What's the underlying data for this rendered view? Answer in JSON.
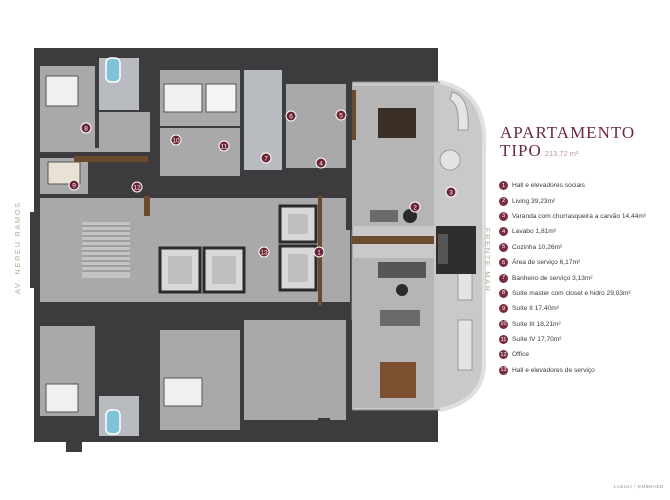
{
  "plan": {
    "title_line1": "APARTAMENTO",
    "title_line2": "TIPO",
    "area": "213,72 m²",
    "street_left": "AV. NEREU RAMOS",
    "street_right": "FRENTE MAR",
    "legend": [
      {
        "num": "1",
        "label": "Hall e elevadores sociais"
      },
      {
        "num": "2",
        "label": "Living 39,23m²"
      },
      {
        "num": "3",
        "label": "Varanda com churrasqueira a carvão 14,44m²"
      },
      {
        "num": "4",
        "label": "Lavabo 1,81m²"
      },
      {
        "num": "5",
        "label": "Cozinha 10,26m²"
      },
      {
        "num": "6",
        "label": "Área de serviço 6,17m²"
      },
      {
        "num": "7",
        "label": "Banheiro de serviço 3,13m²"
      },
      {
        "num": "8",
        "label": "Suíte master com closet e hidro 29,03m²"
      },
      {
        "num": "9",
        "label": "Suíte II 17,40m²"
      },
      {
        "num": "10",
        "label": "Suíte III 18,21m²"
      },
      {
        "num": "11",
        "label": "Suíte IV 17,70m²"
      },
      {
        "num": "12",
        "label": "Office"
      },
      {
        "num": "13",
        "label": "Hall e elevadores de serviço"
      }
    ],
    "brand_name": "LAZULI",
    "brand_sub": "EMBRAED",
    "colors": {
      "wall": "#3c3c3e",
      "floor": "#a9a9ab",
      "wood": "#6b4a2e",
      "accent": "#6b2433",
      "title": "#6e2a3a",
      "street": "#b5a890"
    }
  }
}
